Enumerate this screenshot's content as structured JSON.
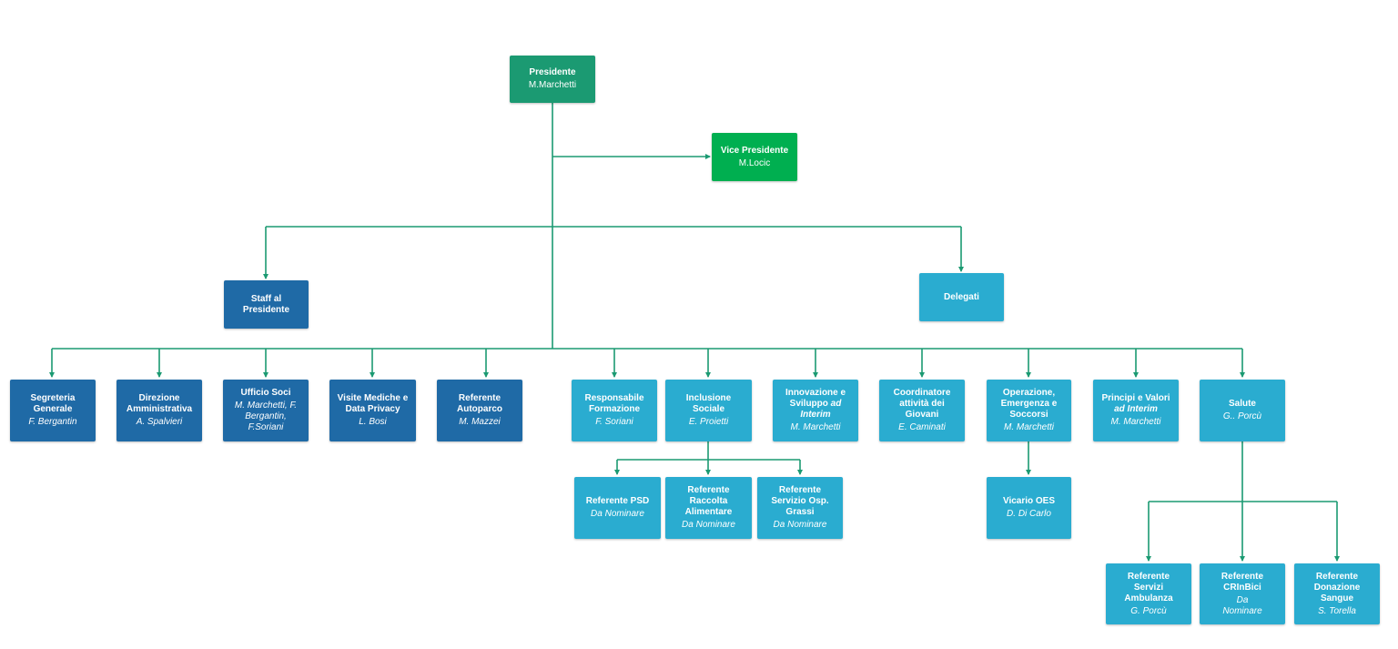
{
  "colors": {
    "connector": "#1b9a72",
    "teal": "#1b9a72",
    "green": "#00af50",
    "navy": "#1f6aa6",
    "cyan": "#2aacd0"
  },
  "presidente": {
    "title": "Presidente",
    "name": "M.Marchetti"
  },
  "vice_presidente": {
    "title": "Vice Presidente",
    "name": "M.Locic"
  },
  "staff": {
    "title": "Staff al Presidente"
  },
  "delegati": {
    "title": "Delegati"
  },
  "units": [
    {
      "title": "Segreteria Generale",
      "name": "F. Bergantin"
    },
    {
      "title": "Direzione Amministrativa",
      "name": "A. Spalvieri"
    },
    {
      "title": "Ufficio Soci",
      "name": "M. Marchetti, F. Bergantin, F.Soriani"
    },
    {
      "title": "Visite Mediche e Data Privacy",
      "name": "L. Bosi"
    },
    {
      "title": "Referente Autoparco",
      "name": "M. Mazzei"
    },
    {
      "title": "Responsabile Formazione",
      "name": "F. Soriani"
    },
    {
      "title": "Inclusione Sociale",
      "name": "E. Proietti"
    },
    {
      "title": "Innovazione e Sviluppo",
      "title_suffix": "ad Interim",
      "name": "M. Marchetti"
    },
    {
      "title": "Coordinatore attività dei Giovani",
      "name": "E. Caminati"
    },
    {
      "title": "Operazione, Emergenza e Soccorsi",
      "name": "M. Marchetti"
    },
    {
      "title": "Principi e Valori",
      "title_suffix": "ad Interim",
      "name": "M. Marchetti"
    },
    {
      "title": "Salute",
      "name": "G.. Porcù"
    }
  ],
  "inclusione_children": [
    {
      "title": "Referente PSD",
      "name": "Da Nominare"
    },
    {
      "title": "Referente Raccolta Alimentare",
      "name": "Da Nominare"
    },
    {
      "title": "Referente Servizio Osp. Grassi",
      "name": "Da Nominare"
    }
  ],
  "oes_child": {
    "title": "Vicario OES",
    "name": "D. Di Carlo"
  },
  "salute_children": [
    {
      "title": "Referente Servizi Ambulanza",
      "name": "G. Porcù"
    },
    {
      "title": "Referente CRInBici",
      "name": "Da Nominare"
    },
    {
      "title": "Referente Donazione Sangue",
      "name": "S. Torella"
    }
  ]
}
